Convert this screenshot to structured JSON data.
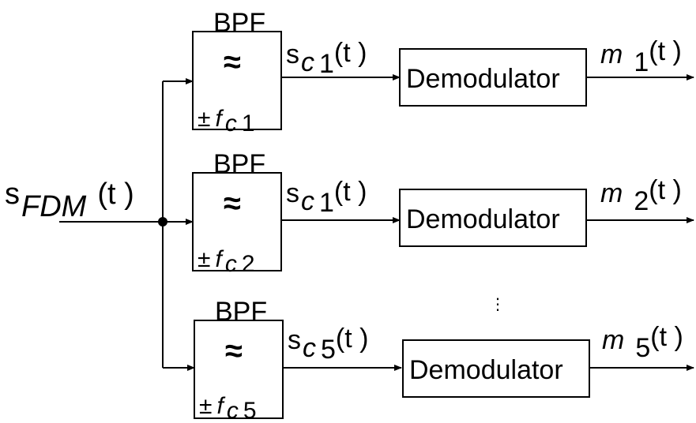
{
  "diagram": {
    "input": {
      "s": "s",
      "sub": "FDM",
      "t": "(t )"
    },
    "rows": [
      {
        "bpf_label": "BPF",
        "bpf_symbol": "≈",
        "pm": "±",
        "f": "f",
        "c": "c",
        "idx": "1",
        "sig_s": "s",
        "sig_c": "c",
        "sig_idx": "1",
        "sig_t": "(t )",
        "demod": "Demodulator",
        "out_m": "m",
        "out_idx": "1",
        "out_t": "(t )"
      },
      {
        "bpf_label": "BPF",
        "bpf_symbol": "≈",
        "pm": "±",
        "f": "f",
        "c": "c",
        "idx": "2",
        "sig_s": "s",
        "sig_c": "c",
        "sig_idx": "1",
        "sig_t": "(t )",
        "demod": "Demodulator",
        "out_m": "m",
        "out_idx": "2",
        "out_t": "(t )"
      },
      {
        "bpf_label": "BPF",
        "bpf_symbol": "≈",
        "pm": "±",
        "f": "f",
        "c": "c",
        "idx": "5",
        "sig_s": "s",
        "sig_c": "c",
        "sig_idx": "5",
        "sig_t": "(t )",
        "demod": "Demodulator",
        "out_m": "m",
        "out_idx": "5",
        "out_t": "(t )"
      }
    ],
    "ellipsis": "⋮"
  }
}
